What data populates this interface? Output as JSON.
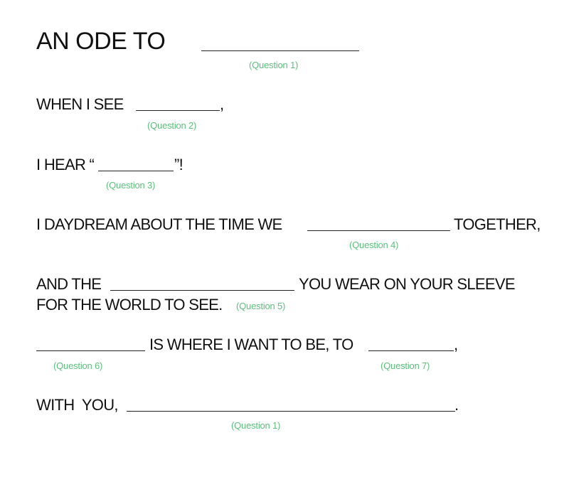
{
  "title": "AN ODE TO",
  "lines": {
    "l2_a": "WHEN I SEE",
    "l2_b": ",",
    "l3_a": "I HEAR “",
    "l3_b": "”!",
    "l4_a": "I DAYDREAM ABOUT THE TIME WE",
    "l4_b": "TOGETHER,",
    "l5_a": "AND THE",
    "l5_b": "YOU WEAR ON YOUR SLEEVE",
    "l6_a": "FOR THE WORLD TO SEE.",
    "l7_a": "IS WHERE I WANT TO BE, TO",
    "l7_b": ",",
    "l8_a": "WITH  YOU,",
    "l8_b": "."
  },
  "labels": {
    "q1_top": "(Question 1)",
    "q2": "(Question 2)",
    "q3": "(Question 3)",
    "q4": "(Question 4)",
    "q5": "(Question 5)",
    "q6": "(Question 6)",
    "q7": "(Question 7)",
    "q1_bottom": "(Question 1)"
  }
}
